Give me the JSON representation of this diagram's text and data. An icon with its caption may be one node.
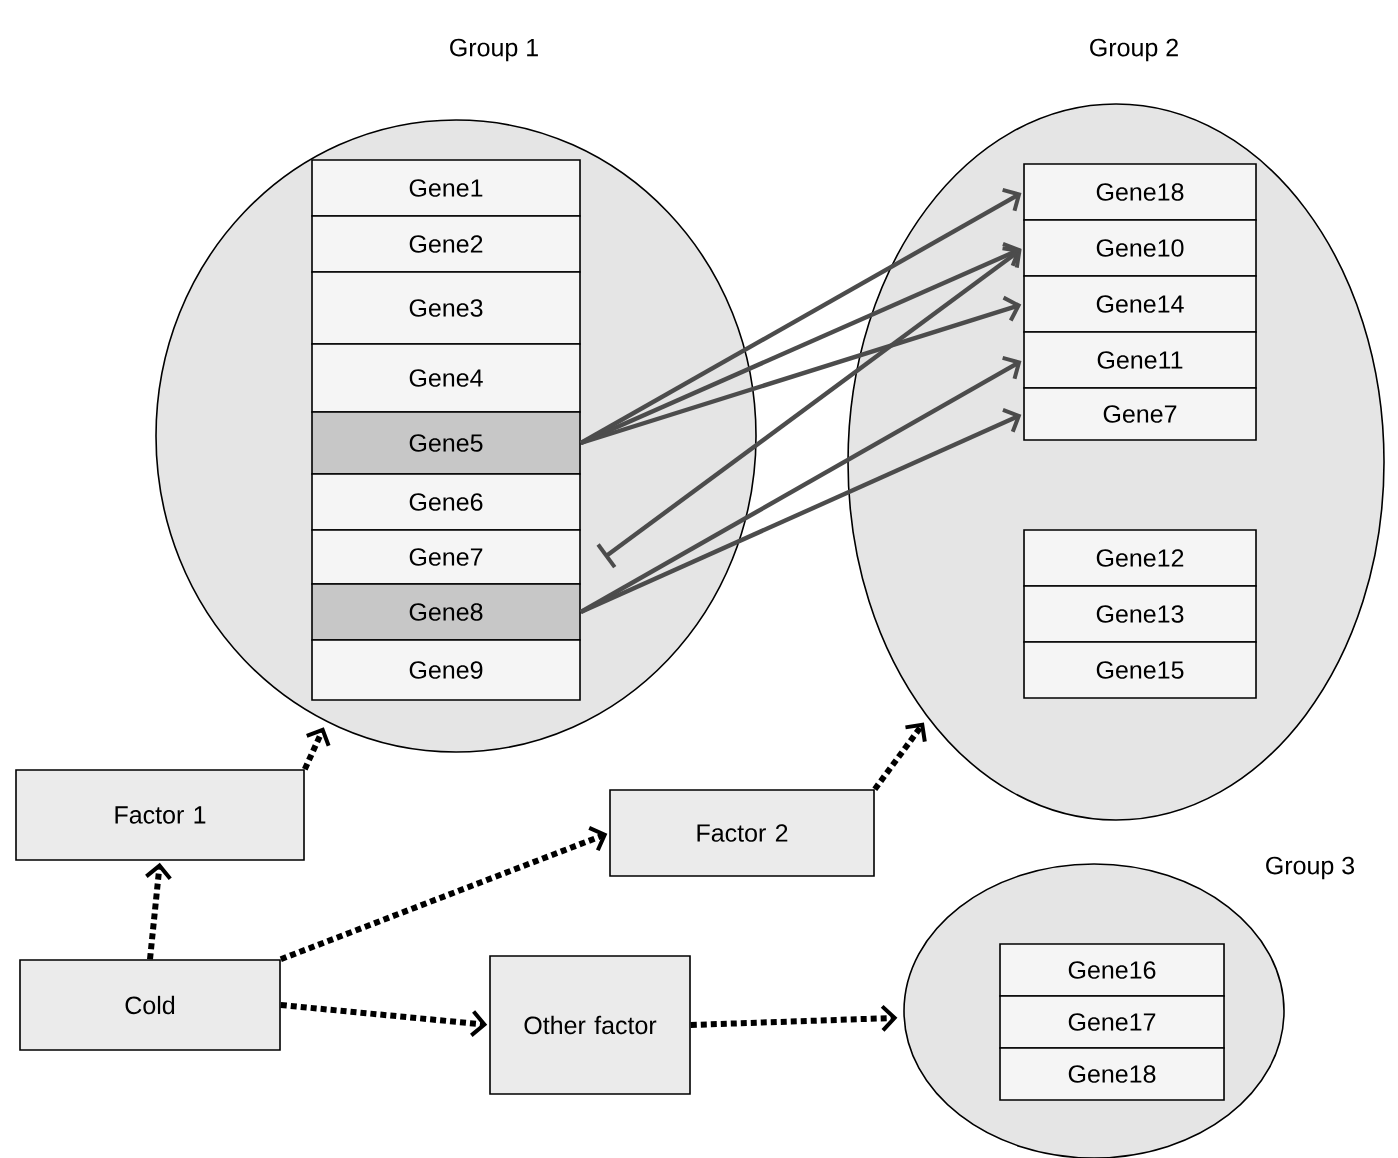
{
  "diagram": {
    "nodes": [
      {
        "text": [
          "Group 1"
        ]
      },
      {
        "text": [
          "Gene1"
        ],
        "in": 0
      },
      {
        "text": [
          "Gene2"
        ],
        "in": 0
      },
      {
        "text": [
          "Gene3"
        ],
        "in": 0
      },
      {
        "text": [
          "Gene4"
        ],
        "in": 0
      },
      {
        "text": [
          "Gene5"
        ],
        "in": 0
      },
      {
        "text": [
          "Gene6"
        ],
        "in": 0
      },
      {
        "text": [
          "Gene7"
        ],
        "in": 0
      },
      {
        "text": [
          "Gene8"
        ],
        "in": 0
      },
      {
        "text": [
          "Gene9"
        ],
        "in": 0
      },
      {
        "text": [
          "Group 2"
        ]
      },
      {
        "text": [
          "Gene18"
        ],
        "in": 10
      },
      {
        "text": [
          "Gene10"
        ],
        "in": 10
      },
      {
        "text": [
          "Gene14"
        ],
        "in": 10
      },
      {
        "text": [
          "Gene11"
        ],
        "in": 10
      },
      {
        "text": [
          "Gene7"
        ],
        "in": 10
      },
      {
        "text": [
          "Gene12"
        ],
        "in": 10
      },
      {
        "text": [
          "Gene13"
        ],
        "in": 10
      },
      {
        "text": [
          "Gene15"
        ],
        "in": 10
      },
      {
        "text": [
          "Factor 1"
        ]
      },
      {
        "text": [
          "Cold"
        ]
      },
      {
        "text": [
          "Factor 2"
        ]
      },
      {
        "text": [
          "Other factor"
        ]
      },
      {
        "text": [
          "Group 3"
        ]
      },
      {
        "text": [
          "Gene16"
        ],
        "in": 23
      },
      {
        "text": [
          "Gene17"
        ],
        "in": 23
      },
      {
        "text": [
          "Gene18"
        ],
        "in": 23
      }
    ],
    "edges": [
      {
        "from": 5,
        "to": 11,
        "arrow": "to"
      },
      {
        "from": 5,
        "to": 12,
        "arrow": "to"
      },
      {
        "from": 5,
        "to": 13,
        "arrow": "to"
      },
      {
        "from": 7,
        "to": 12,
        "arrow": "to"
      },
      {
        "from": 8,
        "to": 14,
        "arrow": "to"
      },
      {
        "from": 8,
        "to": 15,
        "arrow": "to"
      },
      {
        "from": 20,
        "to": 19,
        "arrow": "to",
        "style": "dashed"
      },
      {
        "from": 19,
        "to": 0,
        "arrow": "to",
        "style": "dashed"
      },
      {
        "from": 20,
        "to": 21,
        "arrow": "to",
        "style": "dashed"
      },
      {
        "from": 21,
        "to": 10,
        "arrow": "to",
        "style": "dashed"
      },
      {
        "from": 20,
        "to": 22,
        "arrow": "to",
        "style": "dashed"
      },
      {
        "from": 22,
        "to": 23,
        "arrow": "to",
        "style": "dashed"
      }
    ]
  }
}
